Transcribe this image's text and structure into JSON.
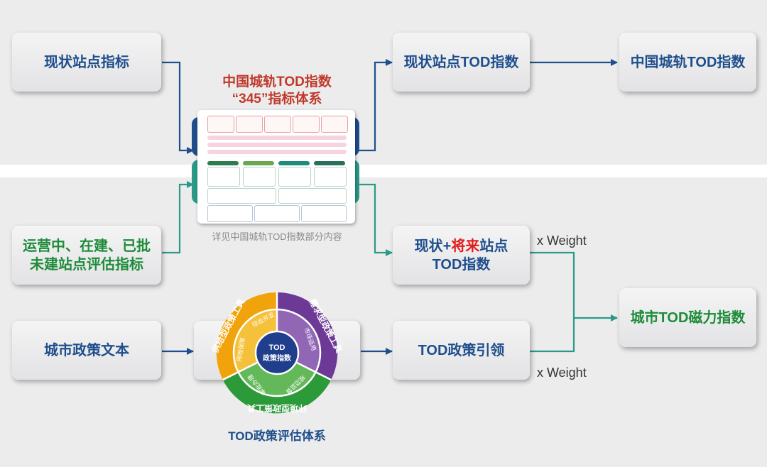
{
  "boxes": {
    "current_indicators": "现状站点指标",
    "current_tod_index": "现状站点TOD指数",
    "china_tod_index": "中国城轨TOD指数",
    "future_indicators": "运营中、在建、已批\n未建站点评估指标",
    "current_future_prefix": "现状+",
    "current_future_red": "将来",
    "current_future_suffix": "站点",
    "current_future_line2": "TOD指数",
    "policy_text": "城市政策文本",
    "policy_guidance": "TOD政策引领",
    "magnet_index": "城市TOD磁力指数"
  },
  "index_system": {
    "title_line1": "中国城轨TOD指数",
    "title_line2": "“345”指标体系",
    "caption": "详见中国城轨TOD指数部分内容"
  },
  "weights": {
    "upper": "x Weight",
    "lower": "x Weight"
  },
  "policy_wheel": {
    "center_line1": "TOD",
    "center_line2": "政策指数",
    "outer_supply": "供给型政策工具",
    "outer_demand": "需求型政策工具",
    "outer_environment": "环境型政策工具",
    "inner_comprehensive": "综合开发",
    "inner_land": "用地保障",
    "inner_market": "市场运用",
    "inner_approval": "审批办理",
    "inner_regulation": "规范监督",
    "caption": "TOD政策评估体系"
  },
  "colors": {
    "blue_text": "#1f4e8c",
    "green_text": "#1e8c3a",
    "red_text": "#e21c1c",
    "title_red": "#c0392b",
    "blue_arrow": "#1f4e8c",
    "green_arrow": "#2a9a86",
    "wheel_orange": "#f0a30a",
    "wheel_purple": "#6c3a96",
    "wheel_green": "#2d9a3a",
    "wheel_center": "#1f3f8c"
  }
}
